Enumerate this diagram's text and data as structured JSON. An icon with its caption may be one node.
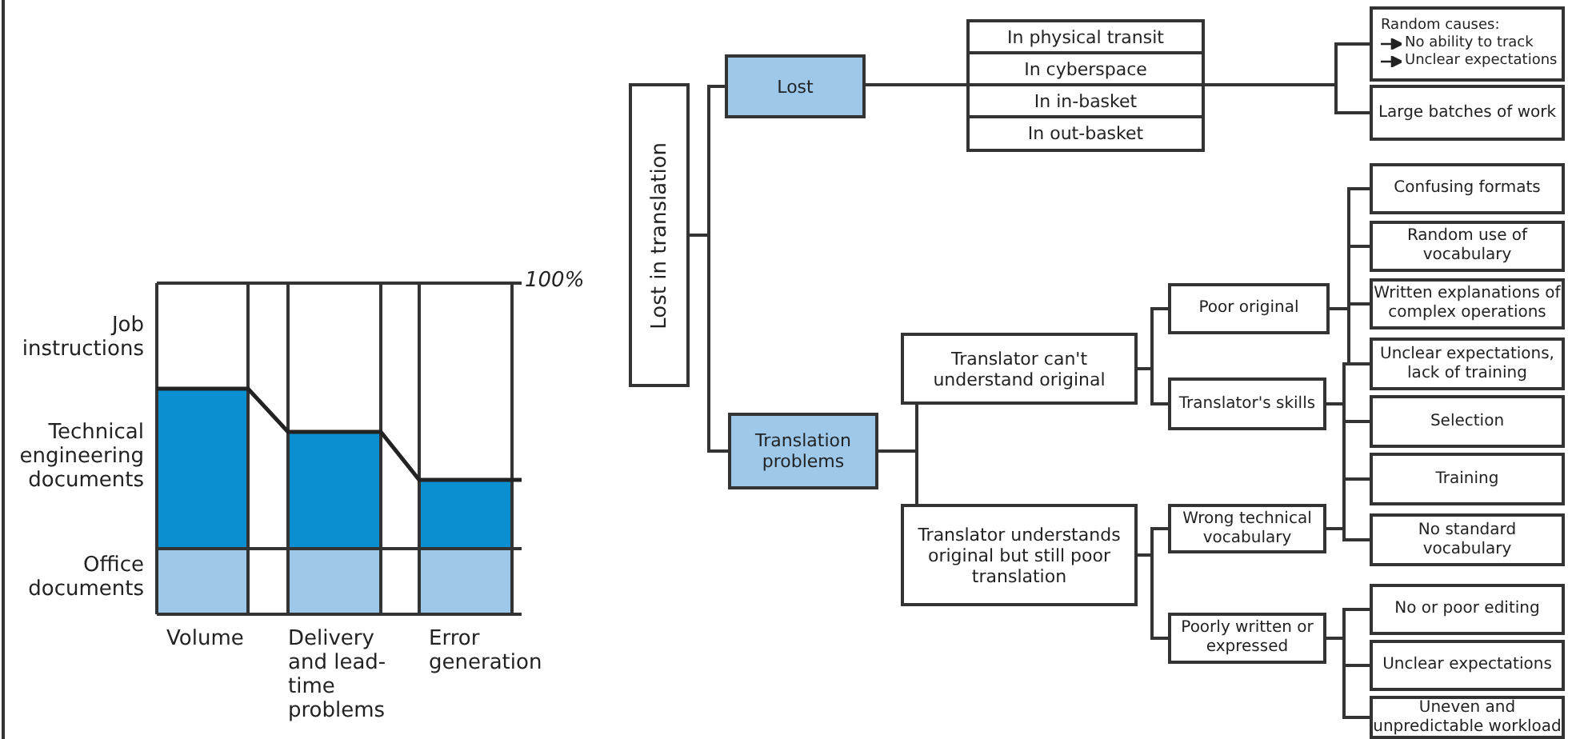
{
  "diagram": {
    "nodes": [
      {
        "text": [
          "Lost in translation"
        ]
      },
      {
        "text": [
          "Lost"
        ]
      },
      {
        "text": [
          "In physical transit"
        ]
      },
      {
        "text": [
          "In cyberspace"
        ]
      },
      {
        "text": [
          "In in-basket"
        ]
      },
      {
        "text": [
          "In out-basket"
        ]
      },
      {
        "text": [
          "Random causes:",
          "No ability to track",
          "Unclear expectations"
        ]
      },
      {
        "text": [
          "Large batches of work"
        ]
      },
      {
        "text": [
          "Translation problems"
        ]
      },
      {
        "text": [
          "Translator can't understand original"
        ]
      },
      {
        "text": [
          "Translator understands original but still poor translation"
        ]
      },
      {
        "text": [
          "Poor original"
        ]
      },
      {
        "text": [
          "Translator's skills"
        ]
      },
      {
        "text": [
          "Wrong technical vocabulary"
        ]
      },
      {
        "text": [
          "Poorly written or expressed"
        ]
      },
      {
        "text": [
          "Confusing formats"
        ]
      },
      {
        "text": [
          "Random use of vocabulary"
        ]
      },
      {
        "text": [
          "Written explanations of complex operations"
        ]
      },
      {
        "text": [
          "Unclear expectations, lack of training"
        ]
      },
      {
        "text": [
          "Selection"
        ]
      },
      {
        "text": [
          "Training"
        ]
      },
      {
        "text": [
          "No standard vocabulary"
        ]
      },
      {
        "text": [
          "No or poor editing"
        ]
      },
      {
        "text": [
          "Unclear expectations"
        ]
      },
      {
        "text": [
          "Uneven and unpredictable workload"
        ]
      }
    ],
    "edges": [
      {
        "from": 0,
        "to": 1,
        "arrow": "none"
      },
      {
        "from": 0,
        "to": 8,
        "arrow": "none"
      },
      {
        "from": 1,
        "to": 6,
        "arrow": "none"
      },
      {
        "from": 1,
        "to": 7,
        "arrow": "none"
      },
      {
        "from": 8,
        "to": 9,
        "arrow": "none"
      },
      {
        "from": 8,
        "to": 10,
        "arrow": "none"
      },
      {
        "from": 9,
        "to": 11,
        "arrow": "none"
      },
      {
        "from": 9,
        "to": 12,
        "arrow": "none"
      },
      {
        "from": 10,
        "to": 13,
        "arrow": "none"
      },
      {
        "from": 10,
        "to": 14,
        "arrow": "none"
      },
      {
        "from": 11,
        "to": 15,
        "arrow": "none"
      },
      {
        "from": 11,
        "to": 16,
        "arrow": "none"
      },
      {
        "from": 11,
        "to": 17,
        "arrow": "none"
      },
      {
        "from": 11,
        "to": 18,
        "arrow": "none"
      },
      {
        "from": 12,
        "to": 18,
        "arrow": "none"
      },
      {
        "from": 12,
        "to": 19,
        "arrow": "none"
      },
      {
        "from": 12,
        "to": 20,
        "arrow": "none"
      },
      {
        "from": 13,
        "to": 20,
        "arrow": "none"
      },
      {
        "from": 13,
        "to": 21,
        "arrow": "none"
      },
      {
        "from": 14,
        "to": 22,
        "arrow": "none"
      },
      {
        "from": 14,
        "to": 23,
        "arrow": "none"
      },
      {
        "from": 14,
        "to": 24,
        "arrow": "none"
      }
    ],
    "labels": [
      "Job instructions",
      "100%",
      "Technical engineering documents",
      "Office documents",
      "Volume",
      "Delivery and lead-time problems",
      "Error generation"
    ]
  }
}
